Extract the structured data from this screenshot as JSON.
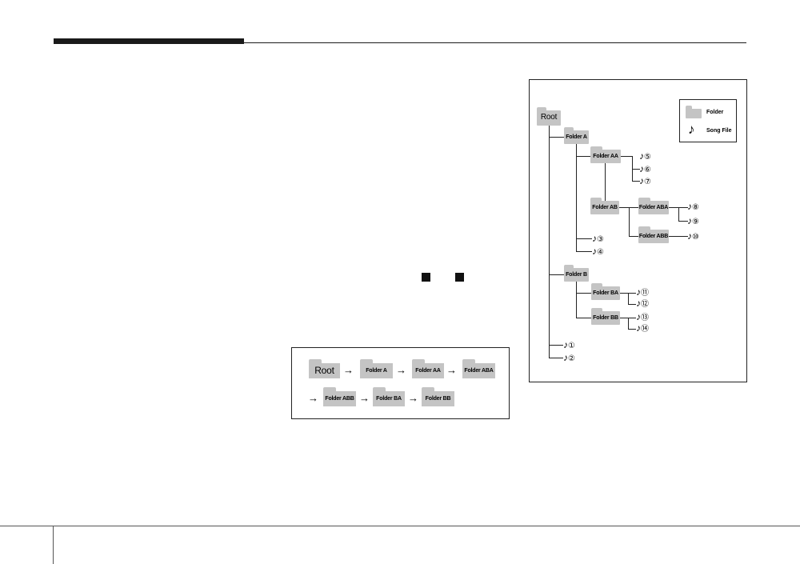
{
  "tree": {
    "root": "Root",
    "folders": {
      "a": "Folder A",
      "aa": "Folder AA",
      "ab": "Folder AB",
      "aba": "Folder ABA",
      "abb": "Folder ABB",
      "b": "Folder B",
      "ba": "Folder BA",
      "bb": "Folder BB"
    },
    "songs": {
      "s1": "①",
      "s2": "②",
      "s3": "③",
      "s4": "④",
      "s5": "⑤",
      "s6": "⑥",
      "s7": "⑦",
      "s8": "⑧",
      "s9": "⑨",
      "s10": "⑩",
      "s11": "⑪",
      "s12": "⑫",
      "s13": "⑬",
      "s14": "⑭"
    },
    "note_symbol": "♪",
    "legend": {
      "folder_label": "Folder",
      "song_label": "Song File",
      "note_icon": "music-note-icon",
      "folder_icon": "folder-icon"
    }
  },
  "path": {
    "row1": [
      "Root",
      "Folder A",
      "Folder AA",
      "Folder ABA"
    ],
    "row2": [
      "Folder ABB",
      "Folder BA",
      "Folder BB"
    ],
    "arrow": "→"
  },
  "colors": {
    "folder_fill": "#c4c4c4",
    "rule": "#1a1a1a"
  }
}
